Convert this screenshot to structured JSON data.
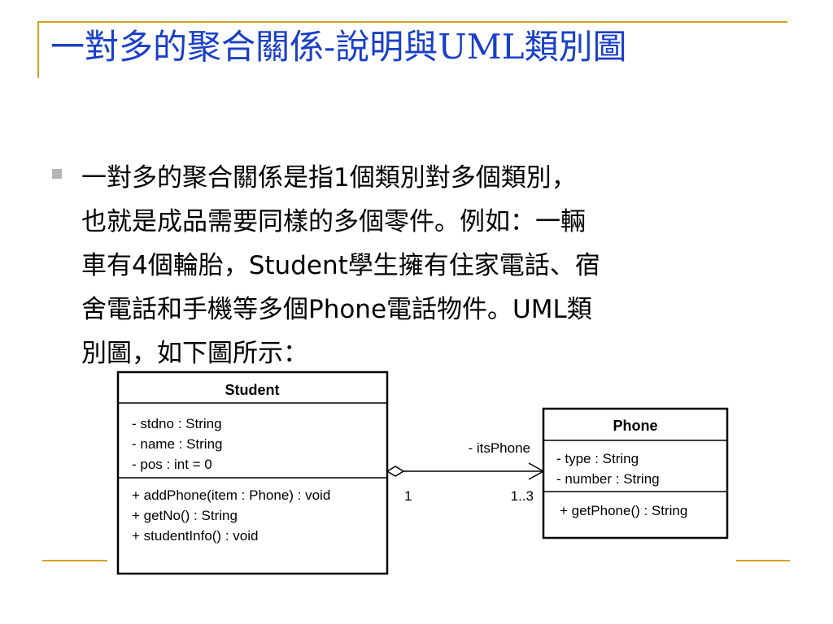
{
  "slide": {
    "title": "一對多的聚合關係-說明與UML類別圖",
    "bullet": {
      "lines": [
        "一對多的聚合關係是指1個類別對多個類別，",
        "也就是成品需要同樣的多個零件。例如：一輛",
        "車有4個輪胎，Student學生擁有住家電話、宿",
        "舍電話和手機等多個Phone電話物件。UML類",
        "別圖，如下圖所示："
      ]
    }
  },
  "diagram": {
    "classes": [
      {
        "name": "Student",
        "attributes": [
          "- stdno : String",
          "- name : String",
          "- pos : int = 0"
        ],
        "operations": [
          "+ addPhone(item : Phone) : void",
          "+ getNo() : String",
          "+ studentInfo() : void"
        ]
      },
      {
        "name": "Phone",
        "attributes": [
          "- type : String",
          "- number : String"
        ],
        "operations": [
          "+ getPhone() : String"
        ]
      }
    ],
    "association": {
      "role": "- itsPhone",
      "source_multiplicity": "1",
      "target_multiplicity": "1..3",
      "kind": "aggregation"
    }
  },
  "colors": {
    "accent_line": "#d4a21e",
    "title": "#1a3fc8",
    "bullet": "#b5b5b5"
  }
}
